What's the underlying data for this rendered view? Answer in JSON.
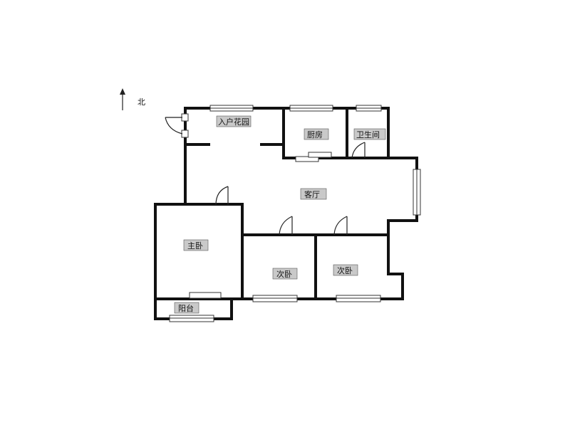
{
  "compass": {
    "label": "北"
  },
  "rooms": {
    "entry_garden": "入户花园",
    "kitchen": "厨房",
    "bathroom": "卫生间",
    "living_room": "客厅",
    "master_bedroom": "主卧",
    "second_bedroom_1": "次卧",
    "second_bedroom_2": "次卧",
    "balcony": "阳台"
  }
}
